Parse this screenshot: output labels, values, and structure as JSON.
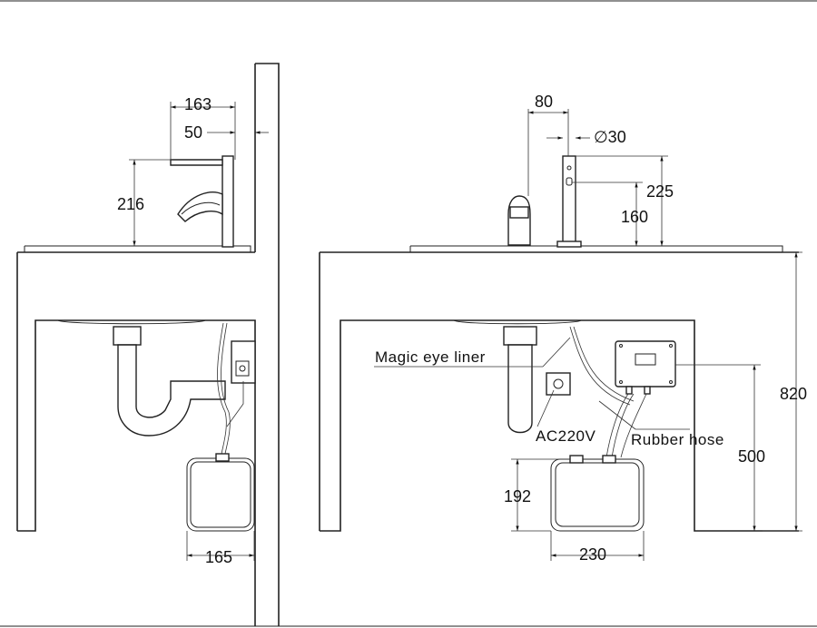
{
  "side_view": {
    "dim_spout_reach": "163",
    "dim_wall_offset": "50",
    "dim_spout_height": "216",
    "dim_tank_width": "165"
  },
  "front_view": {
    "dim_faucet_spacing": "80",
    "dim_diameter": "∅30",
    "dim_sensor_top": "225",
    "dim_sensor_height": "160",
    "dim_counter_height": "820",
    "dim_box_height": "500",
    "dim_tank_height": "192",
    "dim_tank_width": "230",
    "label_magic_eye": "Magic eye liner",
    "label_power": "AC220V",
    "label_hose": "Rubber hose"
  }
}
